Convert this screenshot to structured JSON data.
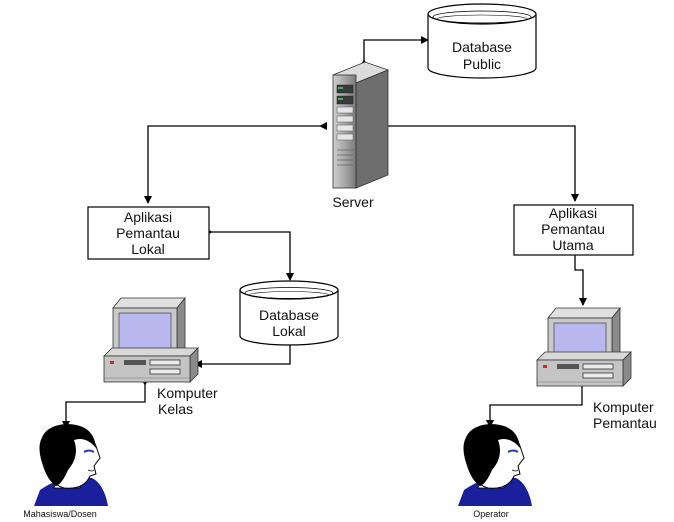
{
  "nodes": {
    "database_public": {
      "line1": "Database",
      "line2": "Public"
    },
    "server": {
      "label": "Server"
    },
    "aplikasi_lokal": {
      "line1": "Aplikasi",
      "line2": "Pemantau",
      "line3": "Lokal"
    },
    "aplikasi_utama": {
      "line1": "Aplikasi",
      "line2": "Pemantau",
      "line3": "Utama"
    },
    "database_lokal": {
      "line1": "Database",
      "line2": "Lokal"
    },
    "komputer_kelas": {
      "line1": "Komputer",
      "line2": "Kelas"
    },
    "komputer_pemantau": {
      "line1": "Komputer",
      "line2": "Pemantau"
    },
    "user_mahasiswa": {
      "label": "Mahasiswa/Dosen"
    },
    "user_operator": {
      "label": "Operator"
    }
  },
  "colors": {
    "line": "#000000",
    "server_body": "#8f8f8f",
    "monitor_screen": "#b8b8ee",
    "computer_body": "#c4c4c4",
    "hair": "#000000",
    "shirt": "#1a1f9c",
    "eye": "#2a3ab0"
  }
}
